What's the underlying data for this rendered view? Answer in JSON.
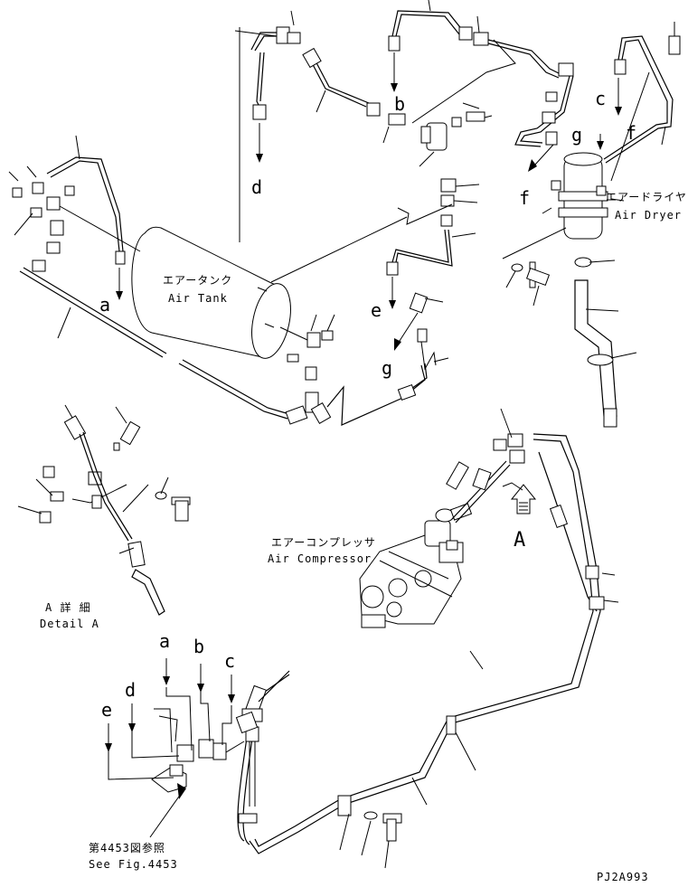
{
  "labels": {
    "a": "a",
    "b": "b",
    "c": "c",
    "d": "d",
    "e": "e",
    "f": "f",
    "g": "g",
    "A": "A"
  },
  "captions": {
    "air_tank_jp": "エアータンク",
    "air_tank_en": "Air Tank",
    "air_dryer_jp": "エアードライヤ",
    "air_dryer_en": "Air Dryer",
    "air_compressor_jp": "エアーコンプレッサ",
    "air_compressor_en": "Air Compressor",
    "detail_jp": "A 詳 細",
    "detail_en": "Detail A",
    "see_fig_jp": "第4453図参照",
    "see_fig_en": "See Fig.4453",
    "drawing_code": "PJ2A993"
  }
}
